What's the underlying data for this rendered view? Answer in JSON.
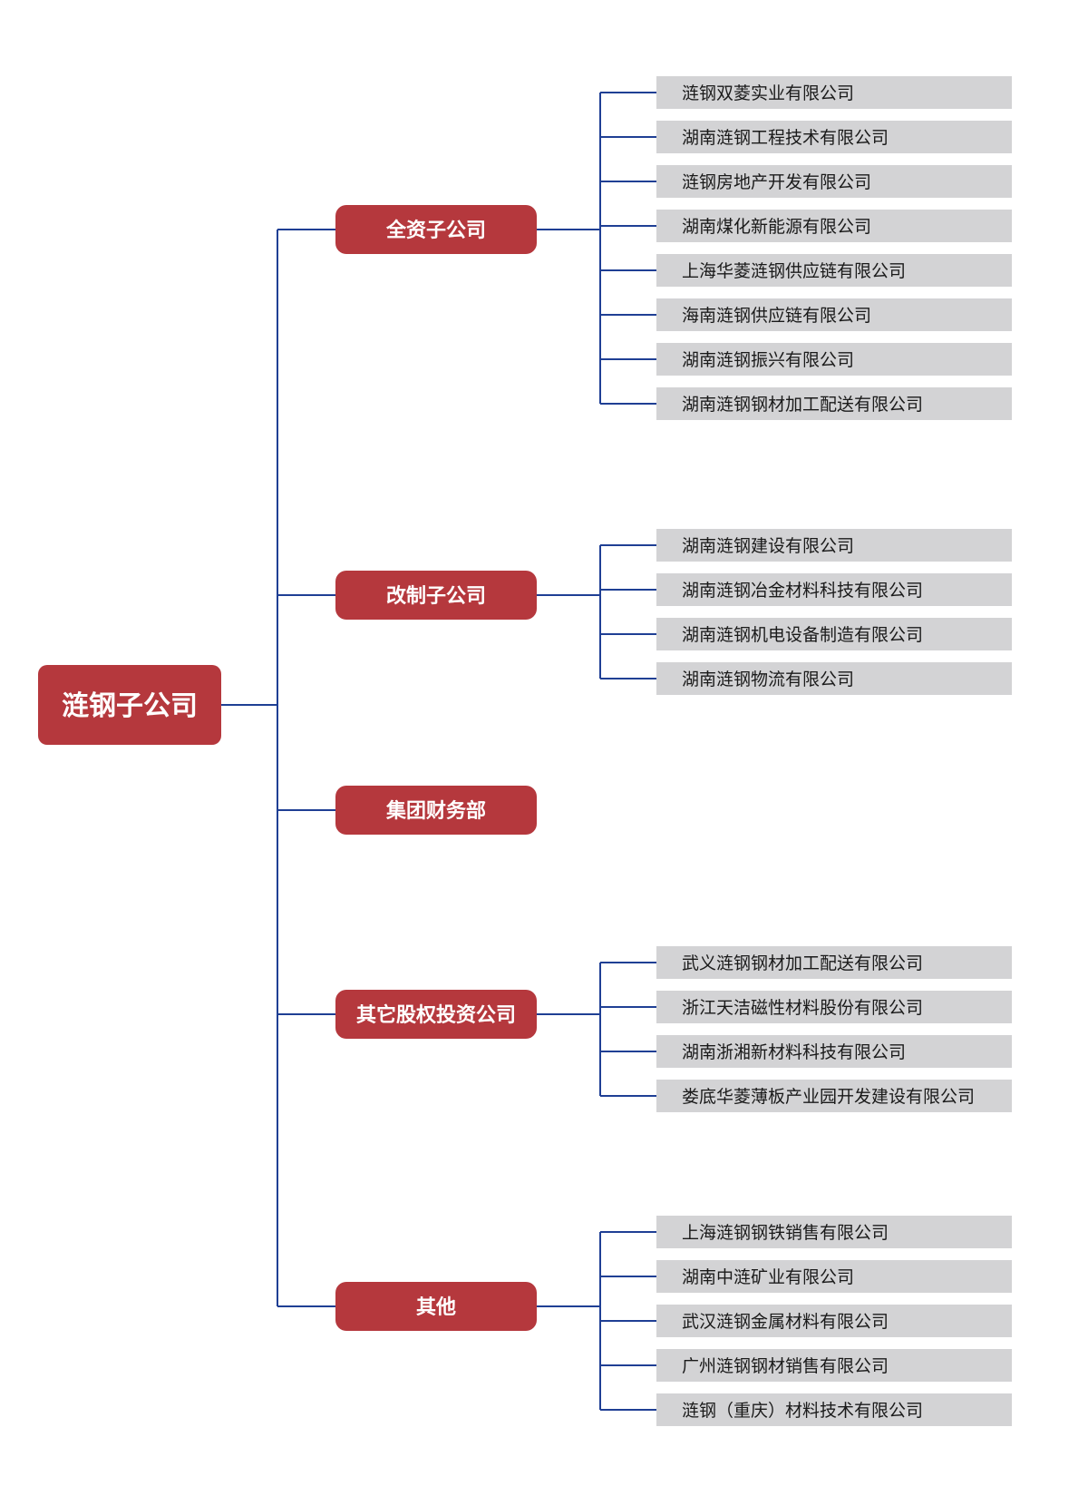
{
  "root": {
    "label": "涟钢子公司"
  },
  "categories": [
    {
      "label": "全资子公司",
      "children": [
        "涟钢双菱实业有限公司",
        "湖南涟钢工程技术有限公司",
        "涟钢房地产开发有限公司",
        "湖南煤化新能源有限公司",
        "上海华菱涟钢供应链有限公司",
        "海南涟钢供应链有限公司",
        "湖南涟钢振兴有限公司",
        "湖南涟钢钢材加工配送有限公司"
      ]
    },
    {
      "label": "改制子公司",
      "children": [
        "湖南涟钢建设有限公司",
        "湖南涟钢冶金材料科技有限公司",
        "湖南涟钢机电设备制造有限公司",
        "湖南涟钢物流有限公司"
      ]
    },
    {
      "label": "集团财务部",
      "children": []
    },
    {
      "label": "其它股权投资公司",
      "children": [
        "武义涟钢钢材加工配送有限公司",
        "浙江天洁磁性材料股份有限公司",
        "湖南浙湘新材料科技有限公司",
        "娄底华菱薄板产业园开发建设有限公司"
      ]
    },
    {
      "label": "其他",
      "children": [
        "上海涟钢钢铁销售有限公司",
        "湖南中涟矿业有限公司",
        "武汉涟钢金属材料有限公司",
        "广州涟钢钢材销售有限公司",
        "涟钢（重庆）材料技术有限公司"
      ]
    }
  ],
  "colors": {
    "node_red": "#b5383d",
    "leaf_gray": "#d3d3d5",
    "connector_blue": "#1f3f94",
    "leaf_text": "#1a1a1a",
    "node_text": "#ffffff"
  }
}
